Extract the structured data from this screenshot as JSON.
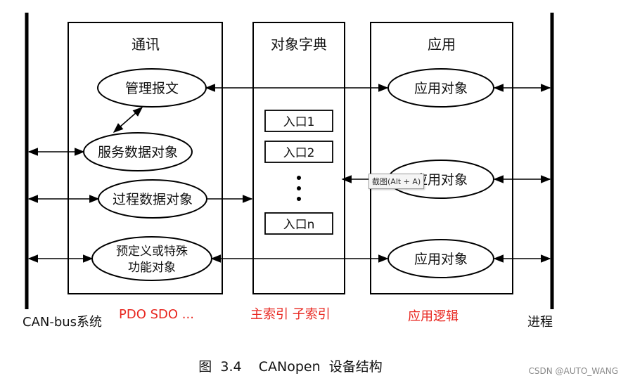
{
  "columns": {
    "comm": "通讯",
    "dict": "对象字典",
    "app": "应用"
  },
  "comm_nodes": {
    "mgmt": "管理报文",
    "sdo": "服务数据对象",
    "pdo": "过程数据对象",
    "special_line1": "预定义或特殊",
    "special_line2": "功能对象"
  },
  "dict_entries": [
    "入口1",
    "入口2",
    "入口n"
  ],
  "app_nodes": [
    "应用对象",
    "应用对象",
    "应用对象"
  ],
  "bottom_labels": {
    "canbus": "CAN-bus系统",
    "pdo_sdo": "PDO SDO ...",
    "index": "主索引 子索引",
    "logic": "应用逻辑",
    "process": "进程"
  },
  "caption": "图  3.4    CANopen  设备结构",
  "tooltip": "截图(Alt + A)",
  "watermark": "CSDN @AUTO_WANG",
  "colors": {
    "line": "#000000",
    "accent_red": "#e8261f"
  }
}
